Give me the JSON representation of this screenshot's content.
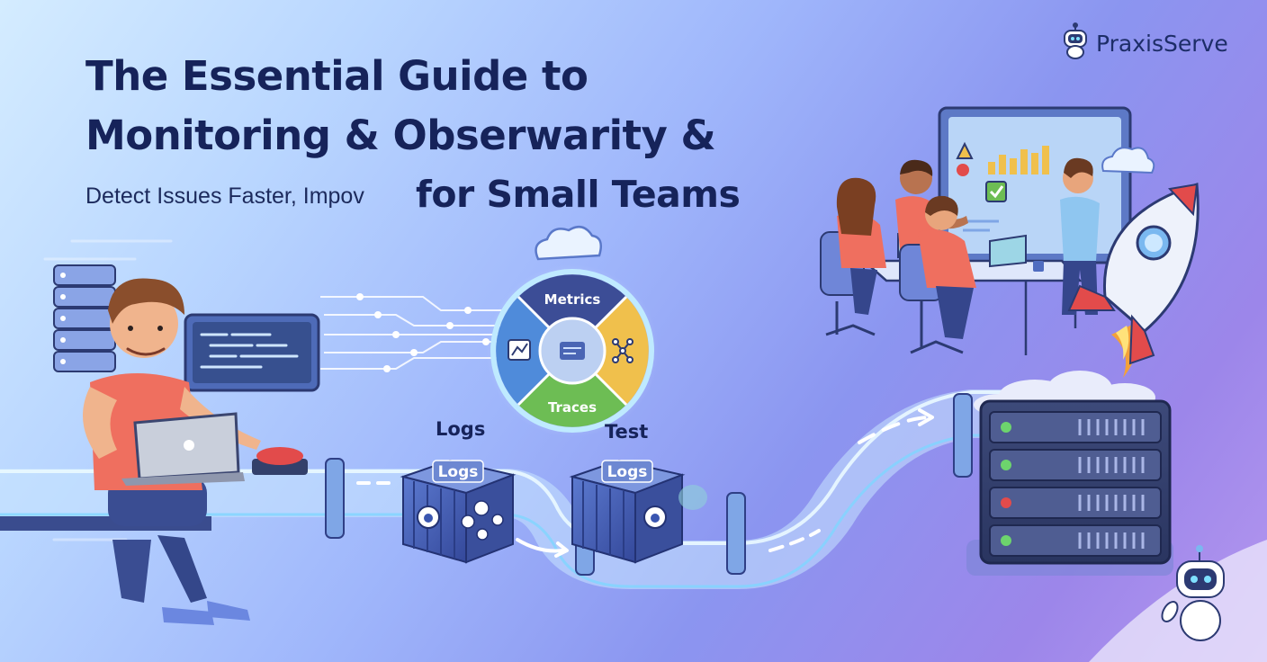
{
  "header": {
    "title_line1": "The Essential Guide to",
    "title_line2": "Monitoring & Obserwarity &",
    "title_line3": "for Small Teams",
    "subtitle": "Detect Issues Faster, Impov"
  },
  "brand": {
    "name": "PraxisServe"
  },
  "wheel": {
    "top_label": "Metrics",
    "bottom_label": "Traces"
  },
  "labels": {
    "logs_heading": "Logs",
    "test_heading": "Test",
    "container_left": "Logs",
    "container_right": "Logs"
  },
  "colors": {
    "title": "#16235a",
    "metrics_segment": "#3c4d96",
    "traces_segment": "#6dbd54",
    "side_segment": "#4f8bda",
    "right_segment": "#f0c04c",
    "container": "#3f5aa8",
    "server_rack": "#33406b"
  }
}
